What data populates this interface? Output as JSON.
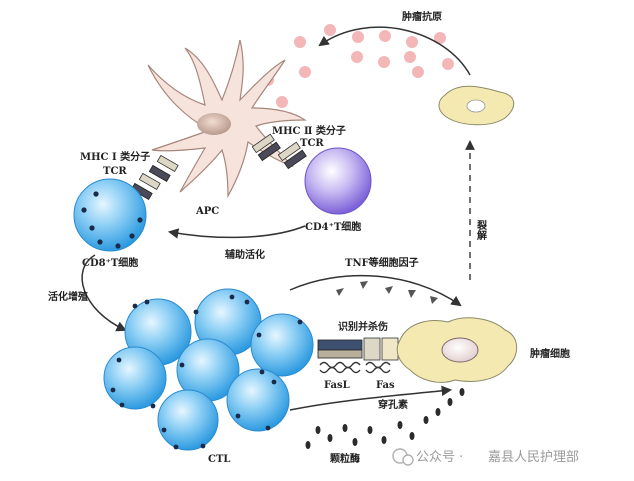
{
  "labels": {
    "tumor_antigen": "肿瘤抗原",
    "mhc2": "MHC Ⅱ 类分子",
    "tcr_top": "TCR",
    "mhc1": "MHC Ⅰ 类分子",
    "tcr_left": "TCR",
    "apc": "APC",
    "cd4": "CD4⁺T细胞",
    "cd8": "CD8⁺T细胞",
    "assist": "辅助活化",
    "lysis": "裂解",
    "proliferation": "活化增殖",
    "tnf": "TNF等细胞因子",
    "recognize": "识别并杀伤",
    "tumor_cell": "肿瘤细胞",
    "fasl": "FasL",
    "fas": "Fas",
    "perforin": "穿孔素",
    "granzyme": "颗粒酶",
    "ctl": "CTL"
  },
  "watermark": {
    "prefix": "公众号 ·",
    "name": "嘉县人民护理部"
  },
  "colors": {
    "tcell_blue": "#4fb3ea",
    "cd4_purple": "#a48fe0",
    "apc_fill": "#f6e3dc",
    "tumor_fill": "#f4e9b0",
    "antigen_pink": "#f3b7b7"
  }
}
